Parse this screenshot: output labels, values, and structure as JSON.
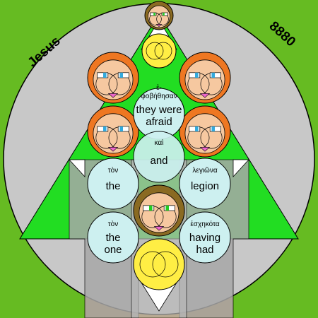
{
  "corner_labels": {
    "left": "Jesus",
    "right": "8880"
  },
  "cells": [
    {
      "greek": "ἐ-",
      "greek2": "φοβήθησαν",
      "english": "they were",
      "english2": "afraid"
    },
    {
      "greek": "καὶ",
      "english": "and"
    },
    {
      "greek": "τὸν",
      "english": "the"
    },
    {
      "greek": "λεγιῶνα",
      "english": "legion"
    },
    {
      "greek": "τὸν",
      "english": "the",
      "english2": "one"
    },
    {
      "greek": "ἐσχηκότα",
      "english": "having",
      "english2": "had"
    }
  ],
  "colors": {
    "background_green": "#66bb22",
    "ground_brown": "#b8893a",
    "circle_gray": "#c8c8c8",
    "pyramid_green": "#22dd22",
    "column_overlay": "#b0b0b0",
    "word_circle": "#cdf0f0",
    "face_orange": "#ee7722",
    "face_dark": "#8a6a22",
    "face_skin": "#f6c8a0",
    "eye_blue": "#33aadd",
    "eye_green": "#22cc22",
    "halo_yellow": "#ffee44",
    "mouth_pink": "#ee66cc"
  }
}
